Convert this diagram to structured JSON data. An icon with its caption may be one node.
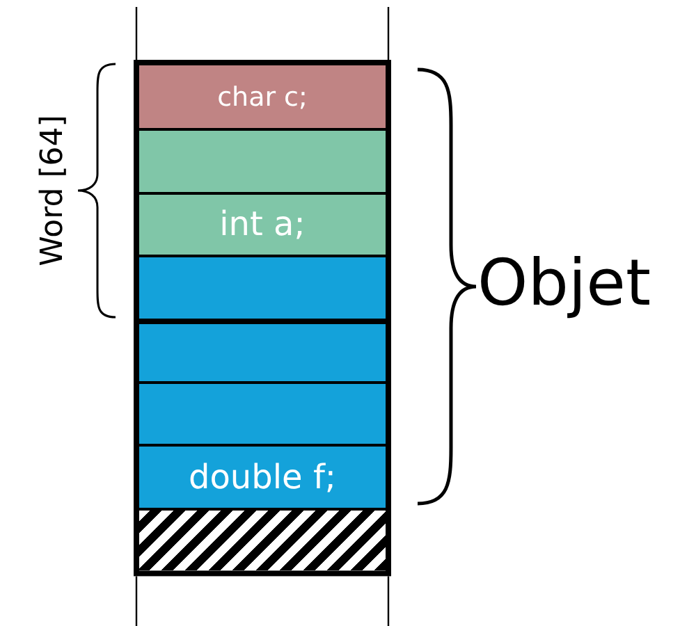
{
  "diagram": {
    "nodes": [
      {
        "text": [
          "char c;"
        ]
      },
      {
        "text": [],
        "shape": "box"
      },
      {
        "text": [
          "int a;"
        ]
      },
      {
        "text": [],
        "shape": "box"
      },
      {
        "text": [],
        "shape": "box"
      },
      {
        "text": [],
        "shape": "box"
      },
      {
        "text": [
          "double f;"
        ]
      },
      {
        "text": [],
        "shape": "box"
      }
    ],
    "labels": [
      "Word [64]",
      "Objet"
    ]
  }
}
